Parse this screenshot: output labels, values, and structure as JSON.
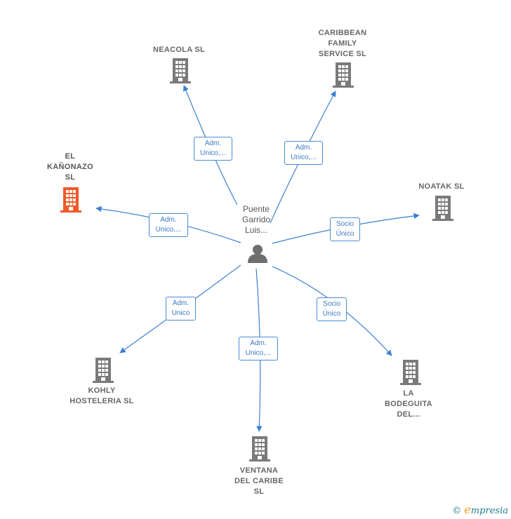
{
  "center": {
    "label": "Puente\nGarrido\nLuis..."
  },
  "nodes": [
    {
      "id": "neacola",
      "label": "NEACOLA  SL",
      "highlight": false
    },
    {
      "id": "caribbean",
      "label": "CARIBBEAN\nFAMILY\nSERVICE SL",
      "highlight": false
    },
    {
      "id": "elkanonazo",
      "label": "EL\nKAÑONAZO\nSL",
      "highlight": true
    },
    {
      "id": "noatak",
      "label": "NOATAK  SL",
      "highlight": false
    },
    {
      "id": "kohly",
      "label": "KOHLY\nHOSTELERIA SL",
      "highlight": false
    },
    {
      "id": "ventana",
      "label": "VENTANA\nDEL CARIBE\nSL",
      "highlight": false
    },
    {
      "id": "bodeguita",
      "label": "LA\nBODEGUITA\nDEL...",
      "highlight": false
    }
  ],
  "edges": [
    {
      "target": "neacola",
      "label": "Adm.\nUnico,..."
    },
    {
      "target": "caribbean",
      "label": "Adm.\nUnico,..."
    },
    {
      "target": "elkanonazo",
      "label": "Adm.\nUnico,..."
    },
    {
      "target": "noatak",
      "label": "Socio\nÚnico"
    },
    {
      "target": "kohly",
      "label": "Adm.\nUnico"
    },
    {
      "target": "ventana",
      "label": "Adm.\nUnico,..."
    },
    {
      "target": "bodeguita",
      "label": "Socio\nÚnico"
    }
  ],
  "colors": {
    "edge": "#3b7fd0",
    "building": "#7a7a7a",
    "highlight": "#f05a28",
    "person": "#6e6e6e"
  },
  "footer": {
    "copyright": "©",
    "brand_initial": "e",
    "brand_rest": "mpresia"
  }
}
